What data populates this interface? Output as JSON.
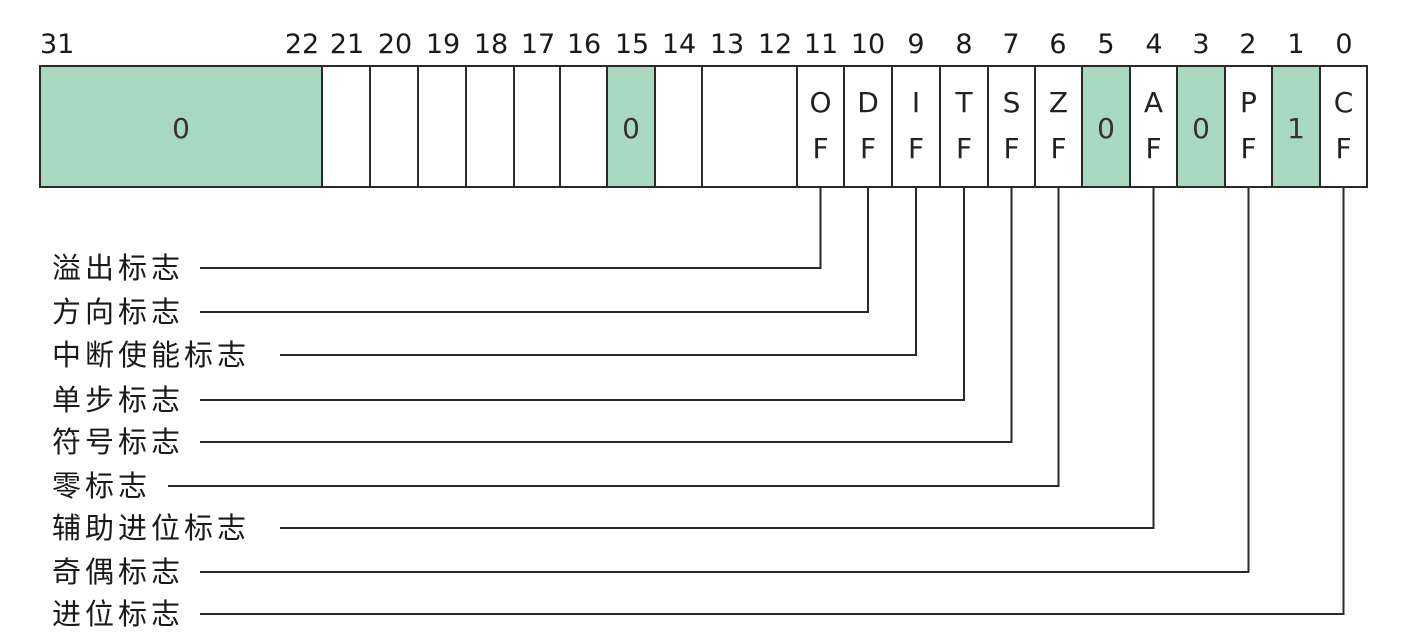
{
  "colors": {
    "shaded": "#a8d8c0",
    "plain": "#ffffff",
    "line": "#2a2a2a"
  },
  "register": {
    "bit_numbers": [
      "31",
      "22",
      "21",
      "20",
      "19",
      "18",
      "17",
      "16",
      "15",
      "14",
      "13",
      "12",
      "11",
      "10",
      "9",
      "8",
      "7",
      "6",
      "5",
      "4",
      "3",
      "2",
      "1",
      "0"
    ],
    "cells": [
      {
        "bits": "31-22",
        "text": "0",
        "shaded": true
      },
      {
        "bits": "21",
        "text": "",
        "shaded": false
      },
      {
        "bits": "20",
        "text": "",
        "shaded": false
      },
      {
        "bits": "19",
        "text": "",
        "shaded": false
      },
      {
        "bits": "18",
        "text": "",
        "shaded": false
      },
      {
        "bits": "17",
        "text": "",
        "shaded": false
      },
      {
        "bits": "16",
        "text": "",
        "shaded": false
      },
      {
        "bits": "15",
        "text": "0",
        "shaded": true
      },
      {
        "bits": "14",
        "text": "",
        "shaded": false
      },
      {
        "bits": "13-12",
        "text": "",
        "shaded": false
      },
      {
        "bits": "11",
        "text": "OF",
        "shaded": false
      },
      {
        "bits": "10",
        "text": "DF",
        "shaded": false
      },
      {
        "bits": "9",
        "text": "IF",
        "shaded": false
      },
      {
        "bits": "8",
        "text": "TF",
        "shaded": false
      },
      {
        "bits": "7",
        "text": "SF",
        "shaded": false
      },
      {
        "bits": "6",
        "text": "ZF",
        "shaded": false
      },
      {
        "bits": "5",
        "text": "0",
        "shaded": true
      },
      {
        "bits": "4",
        "text": "AF",
        "shaded": false
      },
      {
        "bits": "3",
        "text": "0",
        "shaded": true
      },
      {
        "bits": "2",
        "text": "PF",
        "shaded": false
      },
      {
        "bits": "1",
        "text": "1",
        "shaded": true
      },
      {
        "bits": "0",
        "text": "CF",
        "shaded": false
      }
    ]
  },
  "flag_labels": [
    {
      "flag": "OF",
      "label": "溢出标志"
    },
    {
      "flag": "DF",
      "label": "方向标志"
    },
    {
      "flag": "IF",
      "label": "中断使能标志"
    },
    {
      "flag": "TF",
      "label": "单步标志"
    },
    {
      "flag": "SF",
      "label": "符号标志"
    },
    {
      "flag": "ZF",
      "label": "零标志"
    },
    {
      "flag": "AF",
      "label": "辅助进位标志"
    },
    {
      "flag": "PF",
      "label": "奇偶标志"
    },
    {
      "flag": "CF",
      "label": "进位标志"
    }
  ]
}
